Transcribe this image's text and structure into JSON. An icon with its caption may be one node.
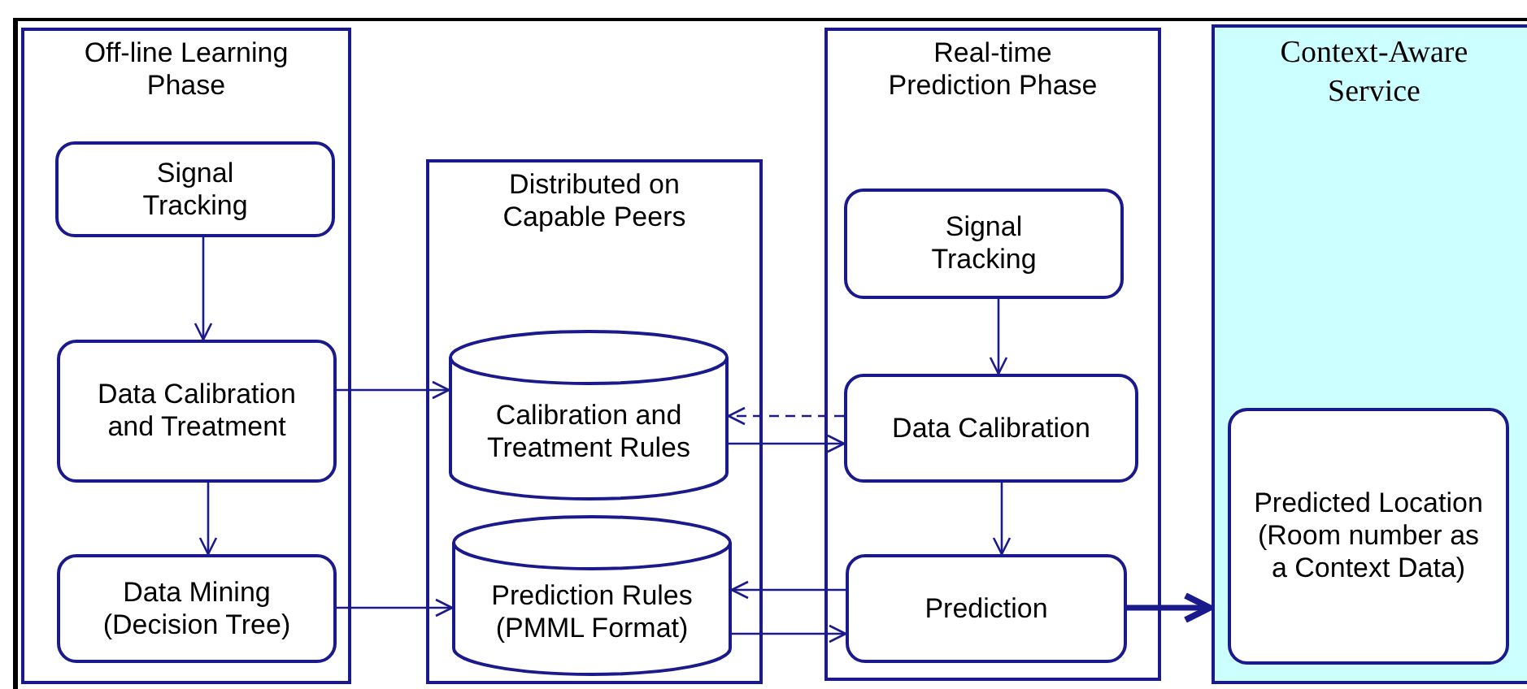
{
  "diagram": {
    "nodes": [
      {
        "text": [
          "Off-line Learning Phase"
        ]
      },
      {
        "text": [
          "Signal Tracking"
        ],
        "in": 0
      },
      {
        "text": [
          "Data Calibration and Treatment"
        ],
        "in": 0
      },
      {
        "text": [
          "Data Mining (Decision Tree)"
        ],
        "in": 0
      },
      {
        "text": [
          "Distributed on Capable Peers"
        ]
      },
      {
        "text": [
          "Calibration and Treatment Rules"
        ],
        "in": 4
      },
      {
        "text": [
          "Prediction Rules (PMML Format)"
        ],
        "in": 4
      },
      {
        "text": [
          "Real-time Prediction Phase"
        ]
      },
      {
        "text": [
          "Signal Tracking"
        ],
        "in": 7
      },
      {
        "text": [
          "Data Calibration"
        ],
        "in": 7
      },
      {
        "text": [
          "Prediction"
        ],
        "in": 7
      },
      {
        "text": [
          "Context-Aware Service"
        ]
      },
      {
        "text": [
          "Predicted Location (Room number as a Context Data)"
        ],
        "in": 11
      }
    ],
    "edges": [
      {
        "from": 1,
        "to": 2,
        "arrow": "to"
      },
      {
        "from": 2,
        "to": 3,
        "arrow": "to"
      },
      {
        "from": 2,
        "to": 5,
        "arrow": "to"
      },
      {
        "from": 3,
        "to": 6,
        "arrow": "to"
      },
      {
        "from": 9,
        "to": 5,
        "arrow": "to",
        "style": "dashed"
      },
      {
        "from": 5,
        "to": 9,
        "arrow": "to"
      },
      {
        "from": 10,
        "to": 6,
        "arrow": "to"
      },
      {
        "from": 6,
        "to": 10,
        "arrow": "to"
      },
      {
        "from": 8,
        "to": 9,
        "arrow": "to"
      },
      {
        "from": 9,
        "to": 10,
        "arrow": "to"
      },
      {
        "from": 10,
        "to": 11,
        "arrow": "to",
        "style": "thick"
      }
    ]
  }
}
